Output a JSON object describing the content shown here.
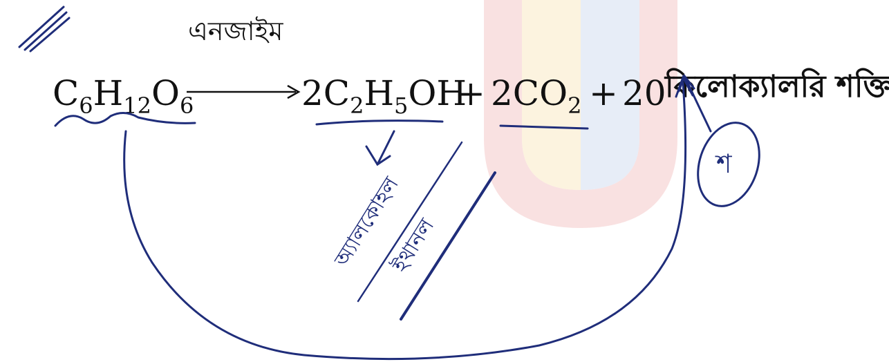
{
  "equation": {
    "reactant": {
      "base": "C",
      "s1": "6",
      "m1": "H",
      "s2": "12",
      "m2": "O",
      "s3": "6"
    },
    "enzyme_label": "এনজাইম",
    "product1": {
      "coef": "2C",
      "s1": "2",
      "m1": "H",
      "s2": "5",
      "tail": "OH"
    },
    "plus1": "+",
    "product2": {
      "base": "2CO",
      "s1": "2"
    },
    "plus2": "+",
    "energy_value": "20",
    "energy_label": "কিলোক্যালরি শক্তি"
  },
  "annotations": {
    "product1_note_line1": "অ্যালকোহল",
    "product1_note_line2": "ইথানল",
    "circle_note": "শ"
  },
  "colors": {
    "ink": "#1f2d7a",
    "text": "#111111",
    "watermark_red": "#f4c9c9",
    "watermark_yellow": "#fbeed2",
    "watermark_blue": "#dde6f4"
  }
}
